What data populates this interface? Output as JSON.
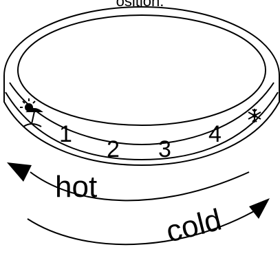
{
  "caption": "osition.",
  "dial": {
    "numerals": [
      "1",
      "2",
      "3",
      "4"
    ],
    "icons": {
      "left": "sun-umbrella-icon",
      "right": "snowflake-icon"
    }
  },
  "arrows": {
    "hot_label": "hot",
    "cold_label": "cold"
  }
}
